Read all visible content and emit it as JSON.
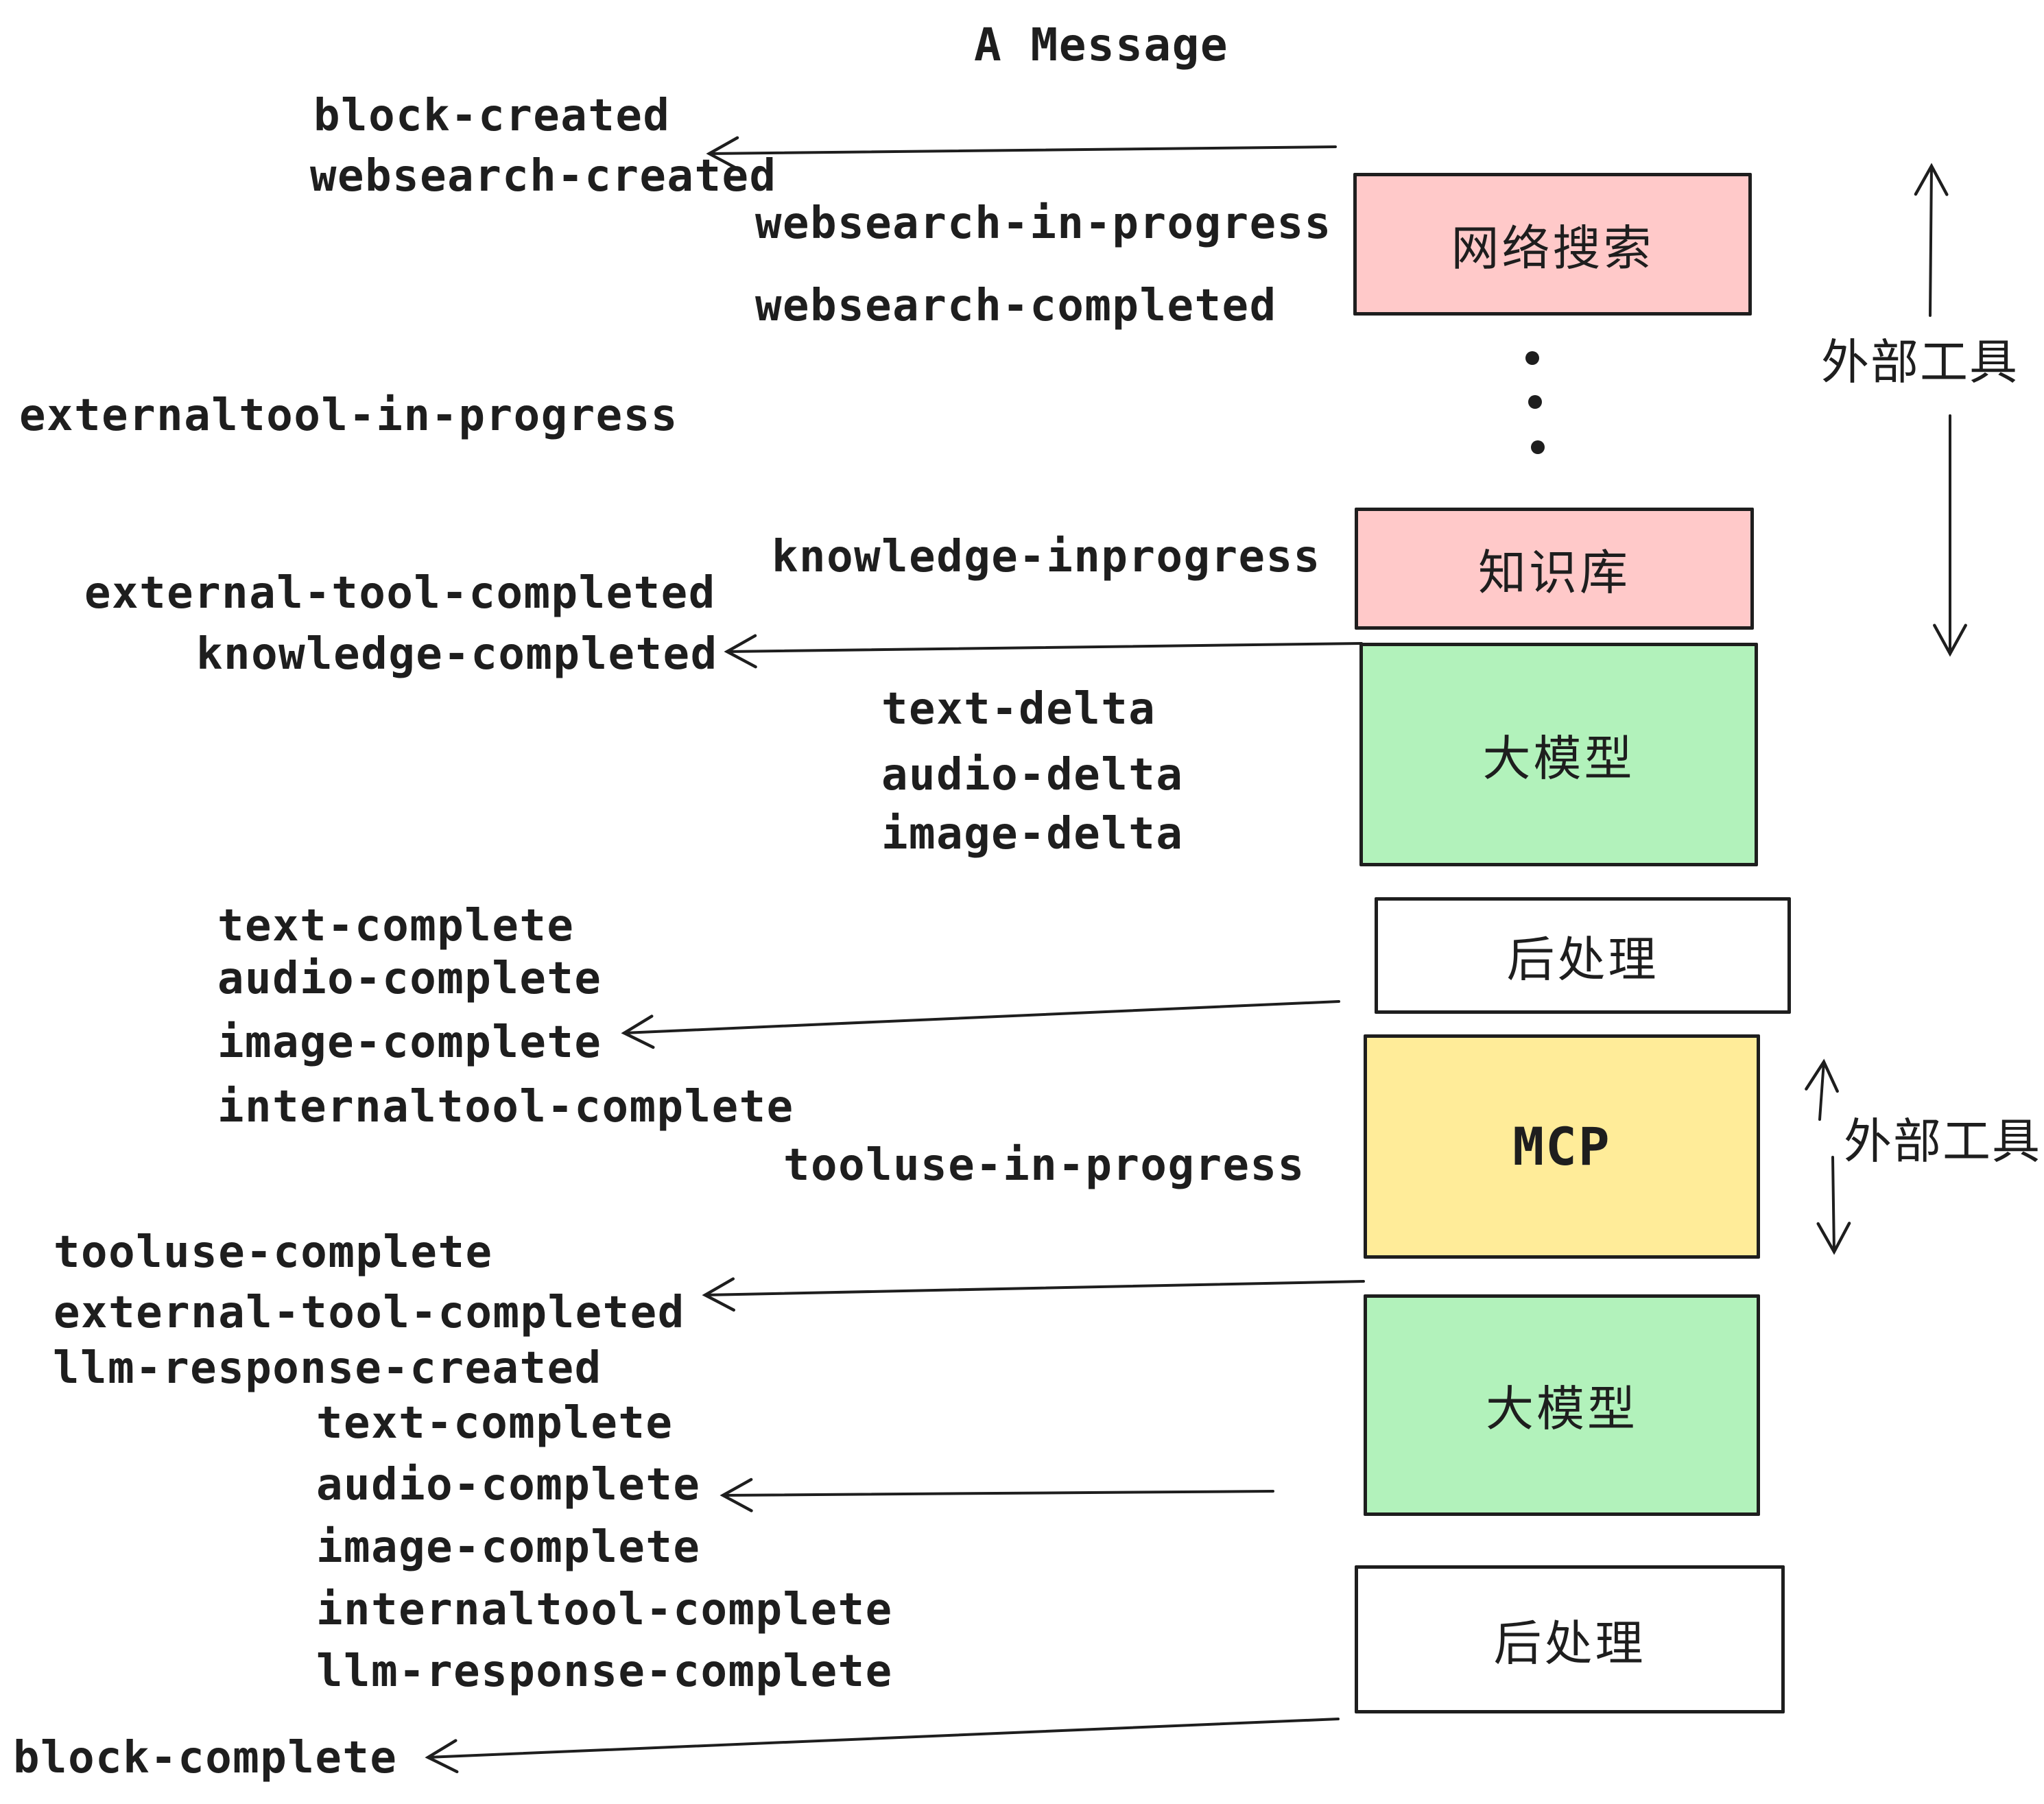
{
  "title": "A Message",
  "events": {
    "block_created": "block-created",
    "websearch_created": "websearch-created",
    "websearch_in_progress": "websearch-in-progress",
    "websearch_completed": "websearch-completed",
    "externaltool_in_progress": "externaltool-in-progress",
    "knowledge_inprogress": "knowledge-inprogress",
    "external_tool_completed_1": "external-tool-completed",
    "knowledge_completed": "knowledge-completed",
    "text_delta_1": "text-delta",
    "audio_delta_1": "audio-delta",
    "image_delta_1": "image-delta",
    "text_complete_1": "text-complete",
    "audio_complete_1": "audio-complete",
    "image_complete_1": "image-complete",
    "internaltool_complete_1": "internaltool-complete",
    "tooluse_in_progress": "tooluse-in-progress",
    "tooluse_complete": "tooluse-complete",
    "external_tool_completed_2": "external-tool-completed",
    "llm_response_created": "llm-response-created",
    "text_complete_2": "text-complete",
    "audio_complete_2": "audio-complete",
    "image_complete_2": "image-complete",
    "internaltool_complete_2": "internaltool-complete",
    "llm_response_complete": "llm-response-complete",
    "block_complete": "block-complete"
  },
  "boxes": {
    "websearch": {
      "label": "网络搜索",
      "fill": "#ffc9c9"
    },
    "knowledge": {
      "label": "知识库",
      "fill": "#ffc9c9"
    },
    "llm_1": {
      "label": "大模型",
      "fill": "#b2f2bb"
    },
    "post_1": {
      "label": "后处理",
      "fill": "#ffffff"
    },
    "mcp": {
      "label": "MCP",
      "fill": "#ffec99"
    },
    "llm_2": {
      "label": "大模型",
      "fill": "#b2f2bb"
    },
    "post_2": {
      "label": "后处理",
      "fill": "#ffffff"
    }
  },
  "side_labels": {
    "external_tools_1": "外部工具",
    "external_tools_2": "外部工具"
  },
  "colors": {
    "ink": "#1e1e1e",
    "pink": "#ffc9c9",
    "green": "#b2f2bb",
    "yellow": "#ffec99",
    "white": "#ffffff"
  }
}
